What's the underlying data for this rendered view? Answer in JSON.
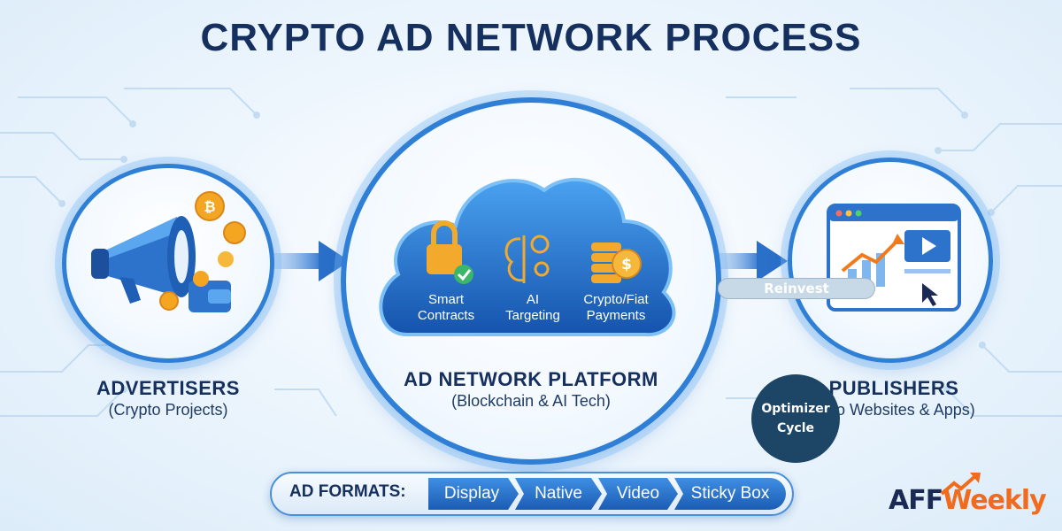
{
  "title": "CRYPTO AD NETWORK PROCESS",
  "colors": {
    "primary_blue": "#2f7fd6",
    "dark_navy": "#15305f",
    "cloud_blue": "#1f6fd0",
    "optimizer_bg": "#1c4566",
    "logo_orange": "#f26a1b",
    "logo_navy": "#1b2a55"
  },
  "advertisers": {
    "title": "ADVERTISERS",
    "subtitle": "(Crypto Projects)",
    "icons": [
      "megaphone-icon",
      "bitcoin-coin-icon",
      "coin-icon",
      "wallet-icon"
    ]
  },
  "platform": {
    "title": "AD NETWORK PLATFORM",
    "subtitle": "(Blockchain & AI Tech)",
    "features": [
      {
        "label": "Smart\nContracts",
        "icon": "lock-check-icon"
      },
      {
        "label": "AI\nTargeting",
        "icon": "brain-gear-icon"
      },
      {
        "label": "Crypto/Fiat\nPayments",
        "icon": "coin-stack-dollar-icon"
      }
    ]
  },
  "publishers": {
    "title": "PUBLISHERS",
    "subtitle": "o Websites & Apps)",
    "icons": [
      "browser-window-icon",
      "chart-arrow-icon",
      "video-play-icon",
      "cursor-icon"
    ]
  },
  "reinvest_label": "Reinvest",
  "optimizer": {
    "line1": "Optimizer",
    "line2": "Cycle"
  },
  "ad_formats": {
    "label": "AD FORMATS:",
    "items": [
      "Display",
      "Native",
      "Video",
      "Sticky Box"
    ]
  },
  "logo": {
    "part1": "AFF",
    "part2": "Weekly"
  }
}
